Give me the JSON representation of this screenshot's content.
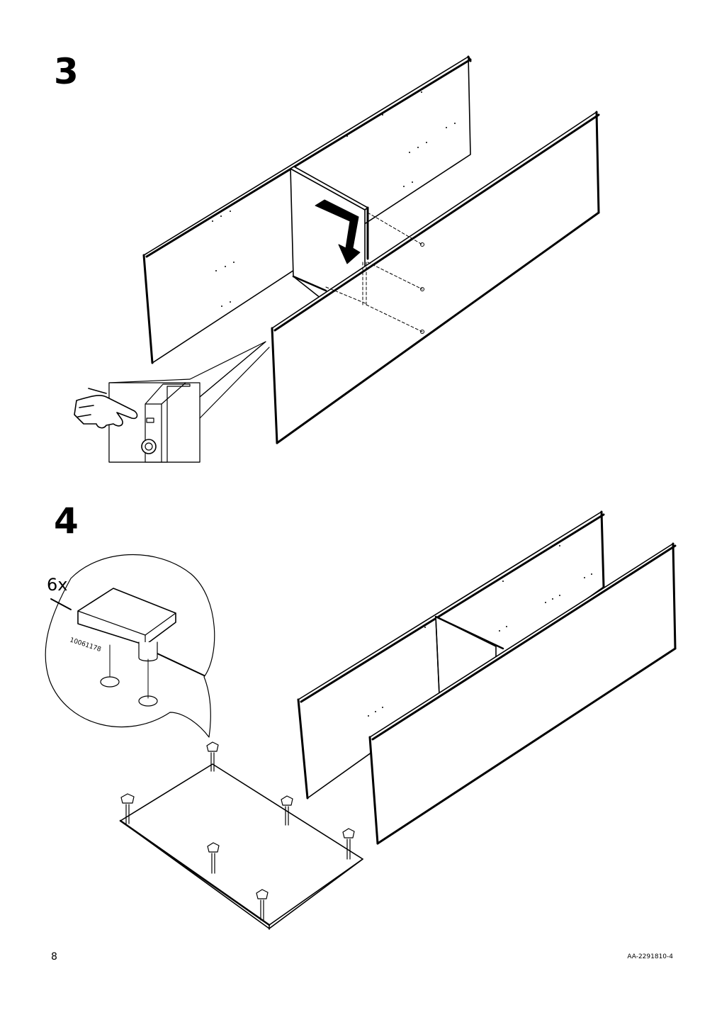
{
  "steps": [
    {
      "number": "3"
    },
    {
      "number": "4",
      "callout": {
        "quantity": "6x",
        "part_number": "10061178"
      }
    }
  ],
  "footer": {
    "page_number": "8",
    "doc_id": "AA-2291810-4"
  }
}
